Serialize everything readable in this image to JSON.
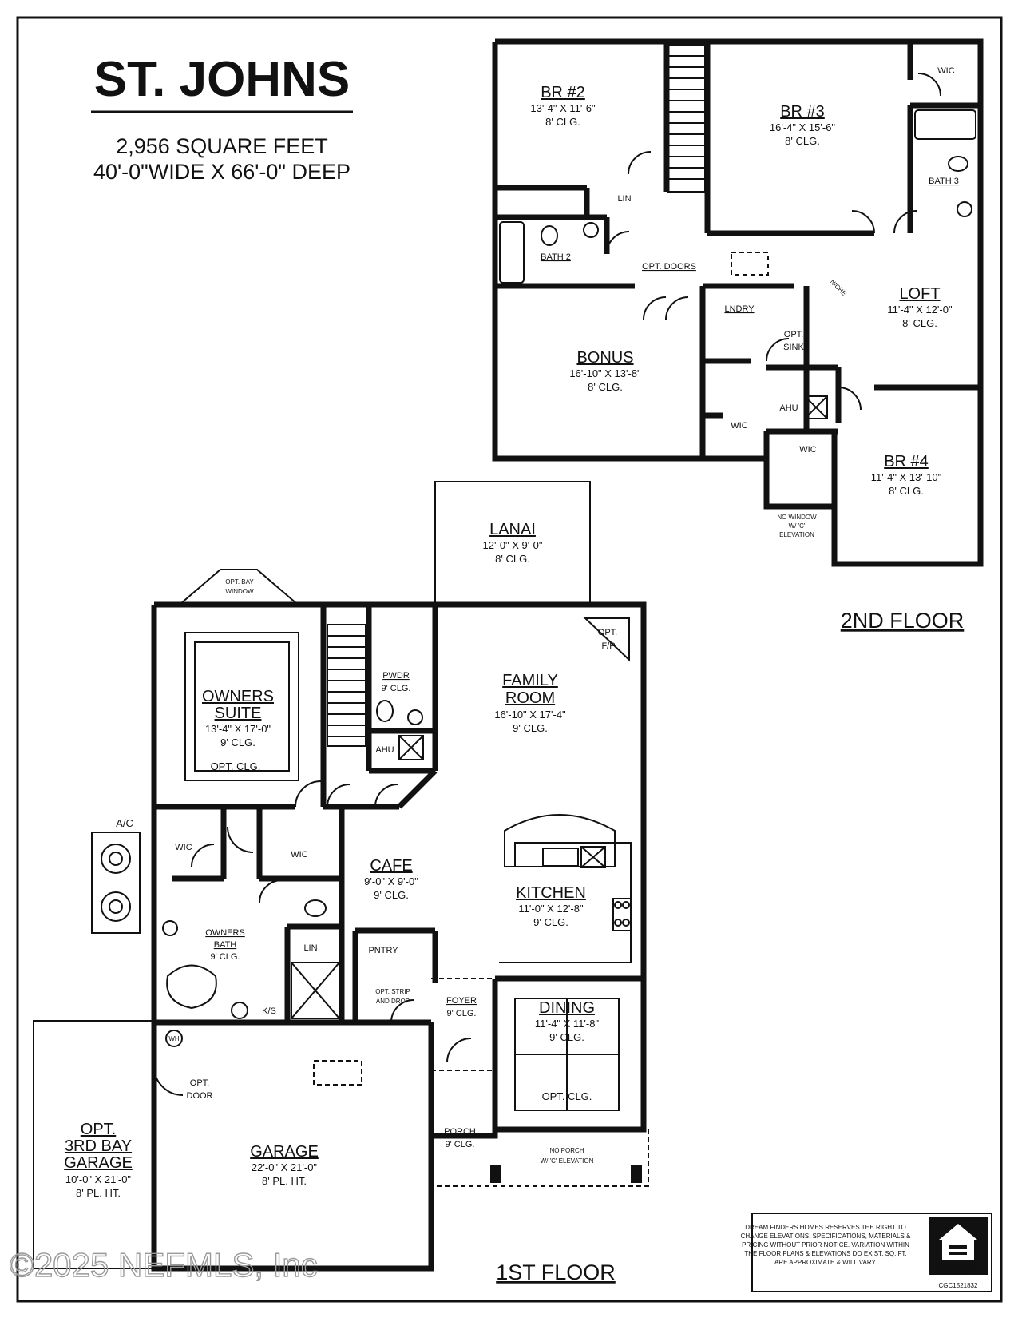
{
  "header": {
    "title": "ST. JOHNS",
    "square_feet": "2,956 SQUARE FEET",
    "dimensions": "40'-0\"WIDE X 66'-0\" DEEP"
  },
  "floors": {
    "second": "2ND FLOOR",
    "first": "1ST FLOOR"
  },
  "second_floor": {
    "br2": {
      "name": "BR #2",
      "size": "13'-4\" X 11'-6\"",
      "clg": "8' CLG."
    },
    "br3": {
      "name": "BR #3",
      "size": "16'-4\" X 15'-6\"",
      "clg": "8' CLG."
    },
    "br4": {
      "name": "BR #4",
      "size": "11'-4\" X 13'-10\"",
      "clg": "8' CLG."
    },
    "bonus": {
      "name": "BONUS",
      "size": "16'-10\" X 13'-8\"",
      "clg": "8' CLG."
    },
    "loft": {
      "name": "LOFT",
      "size": "11'-4\" X 12'-0\"",
      "clg": "8' CLG."
    },
    "labels": {
      "wic_br3": "WIC",
      "bath3": "BATH 3",
      "bath2": "BATH 2",
      "lin": "LIN",
      "opt_doors": "OPT. DOORS",
      "lndry": "LNDRY",
      "opt_sink_1": "OPT.",
      "opt_sink_2": "SINK",
      "niche": "NICHE",
      "ahu": "AHU",
      "wic_bonus": "WIC",
      "wic_br4": "WIC",
      "no_window_1": "NO WINDOW",
      "no_window_2": "W/ 'C'",
      "no_window_3": "ELEVATION"
    }
  },
  "first_floor": {
    "lanai": {
      "name": "LANAI",
      "size": "12'-0\" X 9'-0\"",
      "clg": "8' CLG."
    },
    "owners_suite": {
      "name_1": "OWNERS",
      "name_2": "SUITE",
      "size": "13'-4\" X 17'-0\"",
      "clg": "9' CLG.",
      "opt": "OPT. CLG."
    },
    "family_room": {
      "name_1": "FAMILY",
      "name_2": "ROOM",
      "size": "16'-10\" X 17'-4\"",
      "clg": "9' CLG."
    },
    "cafe": {
      "name": "CAFE",
      "size": "9'-0\" X 9'-0\"",
      "clg": "9' CLG."
    },
    "kitchen": {
      "name": "KITCHEN",
      "size": "11'-0\" X 12'-8\"",
      "clg": "9' CLG."
    },
    "dining": {
      "name": "DINING",
      "size": "11'-4\" X 11'-8\"",
      "clg": "9' CLG.",
      "opt": "OPT. CLG."
    },
    "garage": {
      "name": "GARAGE",
      "size": "22'-0\" X 21'-0\"",
      "clg": "8' PL. HT."
    },
    "opt_garage": {
      "name_1": "OPT.",
      "name_2": "3RD BAY",
      "name_3": "GARAGE",
      "size": "10'-0\" X 21'-0\"",
      "clg": "8' PL. HT."
    },
    "owners_bath": {
      "name_1": "OWNERS",
      "name_2": "BATH",
      "clg": "9' CLG."
    },
    "pwdr": {
      "name": "PWDR",
      "clg": "9' CLG."
    },
    "foyer": {
      "name": "FOYER",
      "clg": "9' CLG."
    },
    "porch": {
      "name": "PORCH",
      "clg": "9' CLG."
    },
    "labels": {
      "opt_bay_1": "OPT. BAY",
      "opt_bay_2": "WINDOW",
      "opt_fp_1": "OPT.",
      "opt_fp_2": "F/P",
      "ahu": "AHU",
      "ac": "A/C",
      "wic_left": "WIC",
      "wic_right": "WIC",
      "lin": "LIN",
      "pntry": "PNTRY",
      "ks": "K/S",
      "wh": "WH",
      "opt_strip_1": "OPT. STRIP",
      "opt_strip_2": "AND DROP",
      "opt_door_1": "OPT.",
      "opt_door_2": "DOOR",
      "no_porch_1": "NO PORCH",
      "no_porch_2": "W/ 'C' ELEVATION"
    }
  },
  "disclaimer": {
    "lines": [
      "DREAM FINDERS HOMES RESERVES THE RIGHT TO",
      "CHANGE ELEVATIONS, SPECIFICATIONS, MATERIALS &",
      "PRICING WITHOUT PRIOR NOTICE. VARIATION WITHIN",
      "THE FLOOR PLANS & ELEVATIONS DO EXIST. SQ. FT.",
      "ARE APPROXIMATE & WILL VARY."
    ],
    "logo_text_1": "EQUAL HOUSING",
    "logo_text_2": "OPPORTUNITY",
    "license": "CGC1521832"
  },
  "watermark": "©2025 NEFMLS, Inc"
}
